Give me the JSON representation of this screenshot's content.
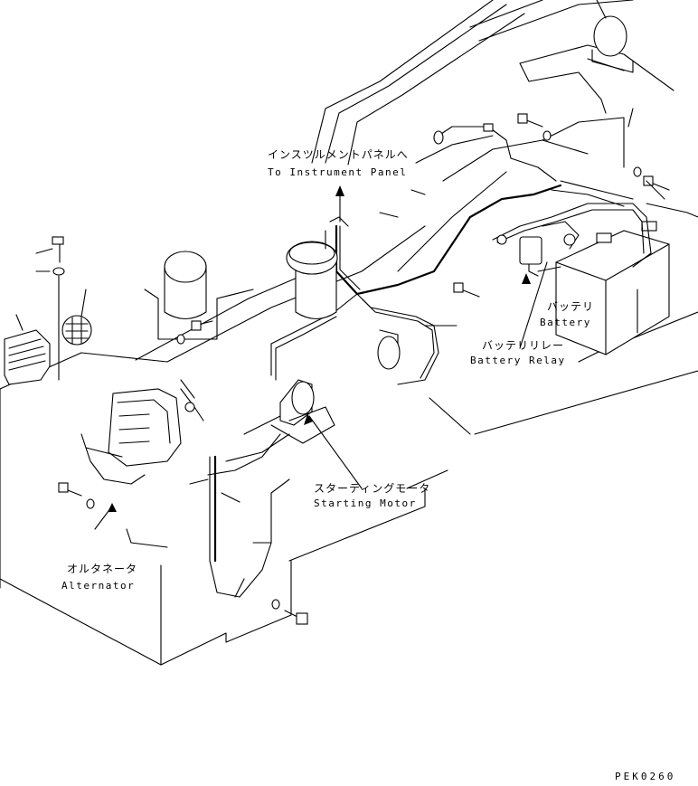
{
  "labels": {
    "instrument_panel_jp": "インスツルメントパネルへ",
    "instrument_panel_en": "To Instrument Panel",
    "battery_jp": "バッテリ",
    "battery_en": "Battery",
    "battery_relay_jp": "バッテリリレー",
    "battery_relay_en": "Battery Relay",
    "starting_motor_jp": "スターティングモータ",
    "starting_motor_en": "Starting Motor",
    "alternator_jp": "オルタネータ",
    "alternator_en": "Alternator"
  },
  "drawing_code": "PEK0260",
  "colors": {
    "line": "#000000",
    "background": "#ffffff"
  }
}
